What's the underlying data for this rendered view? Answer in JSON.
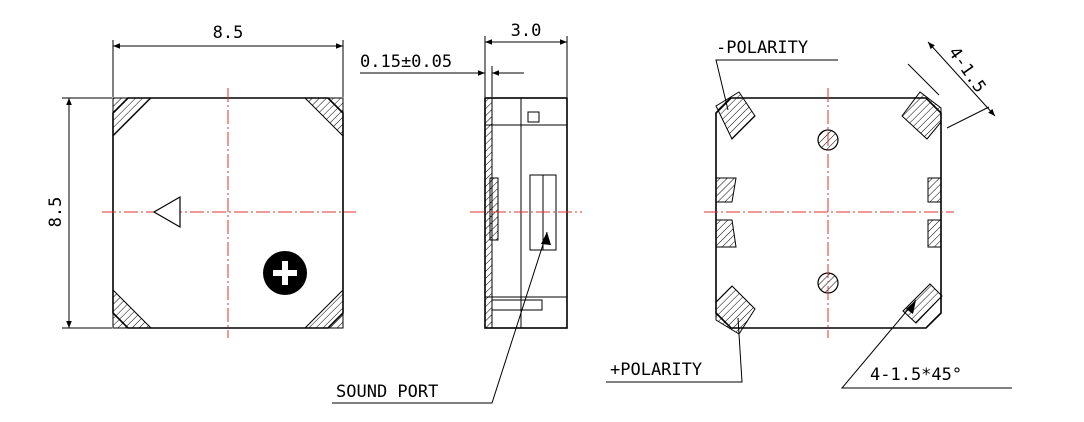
{
  "colors": {
    "line": "#000000",
    "centerline": "#e03030",
    "background": "#ffffff"
  },
  "front_view": {
    "width_label": "8.5",
    "height_label": "8.5"
  },
  "side_view": {
    "thickness_label": "3.0",
    "gap_label": "0.15±0.05",
    "callout_label": "SOUND PORT"
  },
  "back_view": {
    "top_callout_label": "-POLARITY",
    "bottom_callout_label": "+POLARITY",
    "pad_size_label": "4-1.5",
    "chamfer_label": "4-1.5*45°"
  },
  "icons": {
    "direction": "triangle-arrow-icon",
    "positive": "plus-circle-icon"
  }
}
